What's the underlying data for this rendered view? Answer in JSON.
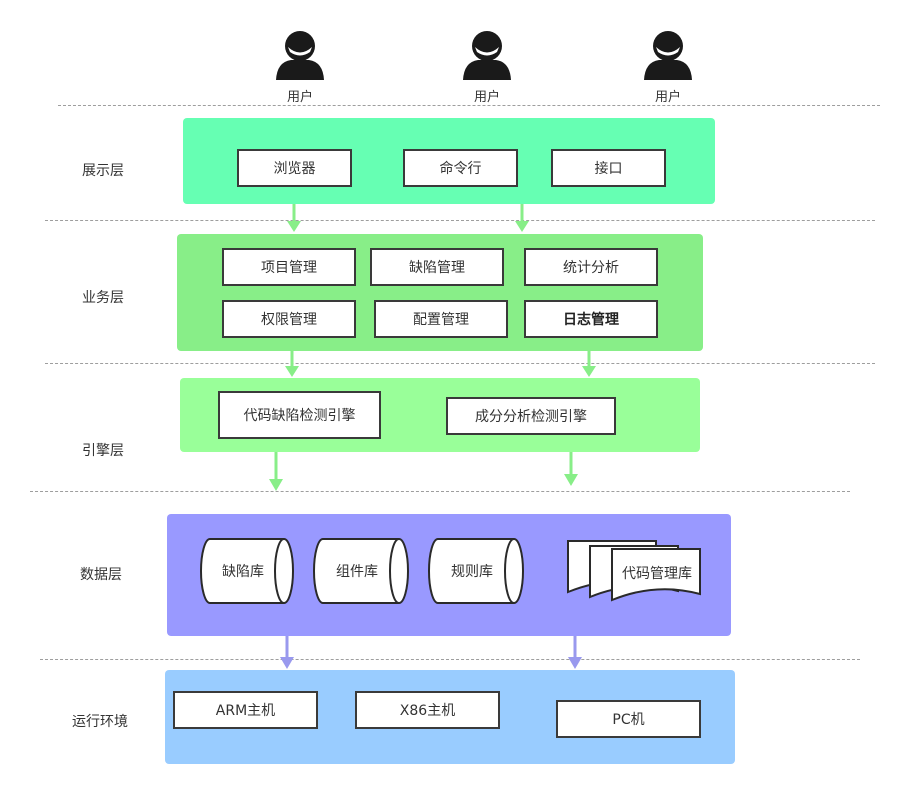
{
  "users": [
    "用户",
    "用户",
    "用户"
  ],
  "layers": {
    "presentation": {
      "label": "展示层",
      "items": [
        "浏览器",
        "命令行",
        "接口"
      ],
      "color": "#66ffb3"
    },
    "business": {
      "label": "业务层",
      "items": [
        "项目管理",
        "缺陷管理",
        "统计分析",
        "权限管理",
        "配置管理",
        "日志管理"
      ],
      "color": "#88ee88"
    },
    "engine": {
      "label": "引擎层",
      "items": [
        "代码缺陷检测引擎",
        "成分分析检测引擎"
      ],
      "color": "#99ff99"
    },
    "data": {
      "label": "数据层",
      "items": [
        "缺陷库",
        "组件库",
        "规则库",
        "代码管理库"
      ],
      "color": "#9999ff"
    },
    "runtime": {
      "label": "运行环境",
      "items": [
        "ARM主机",
        "X86主机",
        "PC机"
      ],
      "color": "#99ccff"
    }
  },
  "colors": {
    "green_arrow": "#88ee88",
    "purple_arrow": "#9999ee",
    "divider": "#9e9e9e"
  },
  "icons": [
    "user-icon",
    "user-icon",
    "user-icon"
  ]
}
